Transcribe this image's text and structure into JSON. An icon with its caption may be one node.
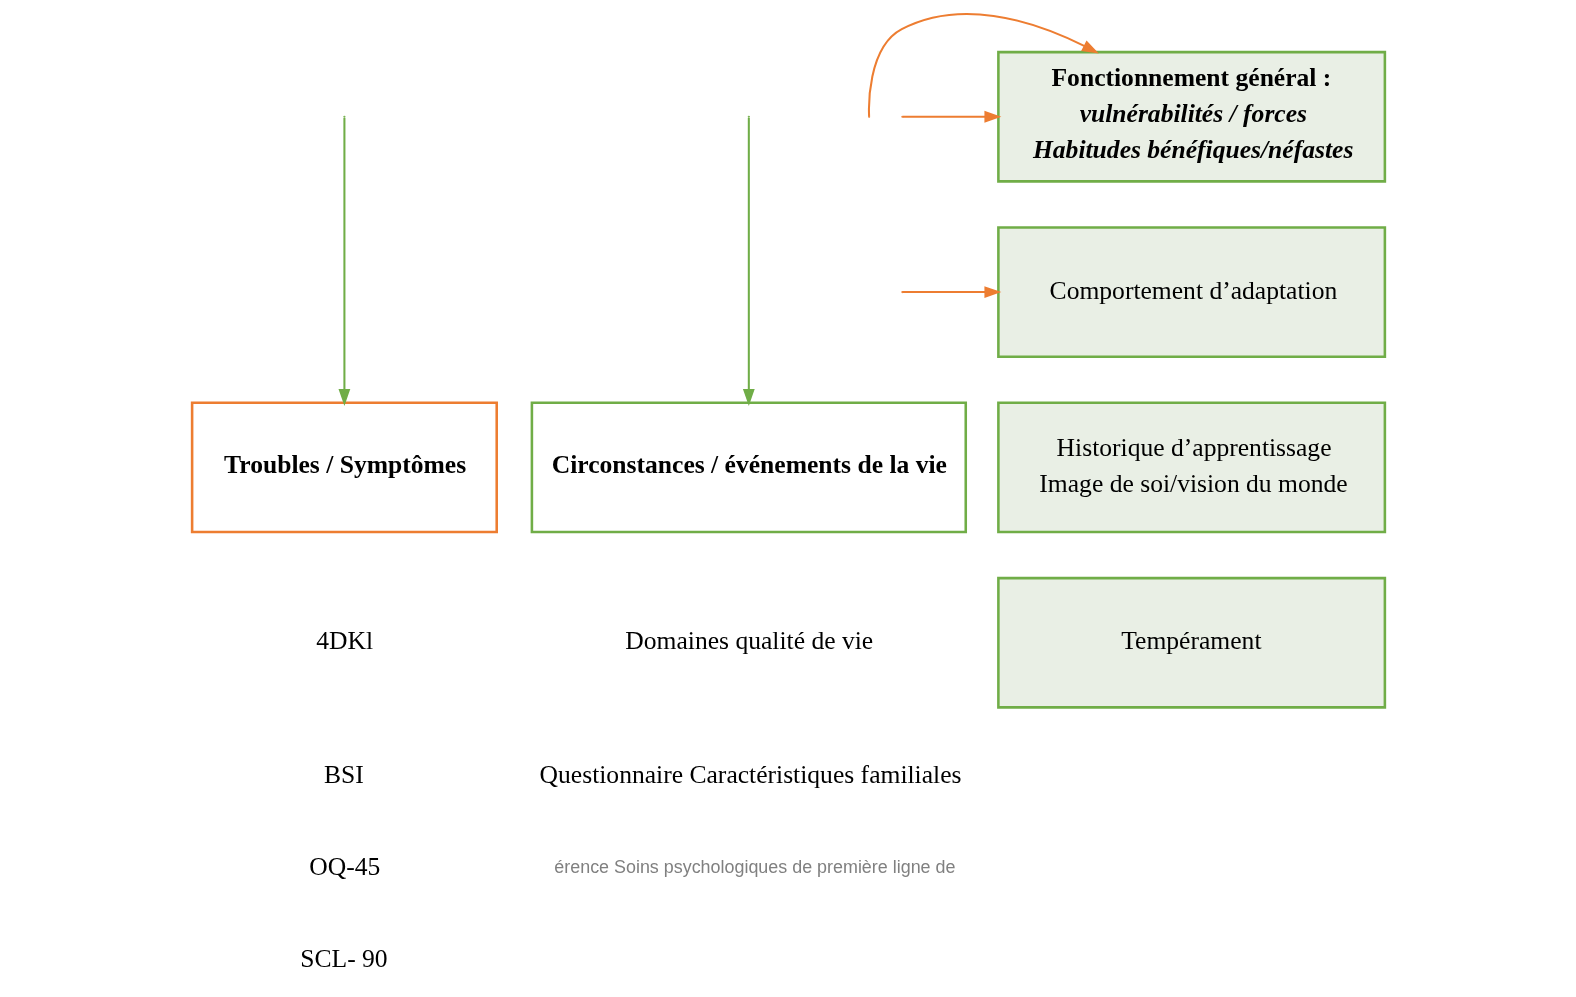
{
  "diagram": {
    "nodes": [
      {
        "text": [
          "Troubles / Symptômes"
        ]
      },
      {
        "text": [
          "Circonstances / événements de la vie"
        ]
      },
      {
        "text": [
          "Fonctionnement général :",
          "vulnérabilités / forces",
          "Habitudes bénéfiques/néfastes"
        ]
      },
      {
        "text": [
          "Comportement d’adaptation"
        ]
      },
      {
        "text": [
          "Historique d’apprentissage",
          "Image de soi/vision du monde"
        ]
      },
      {
        "text": [
          "Tempérament"
        ]
      }
    ],
    "edges": [
      {
        "from": null,
        "to": 0,
        "arrow": "to",
        "color": "#70ad47"
      },
      {
        "from": null,
        "to": 1,
        "arrow": "to",
        "color": "#70ad47"
      },
      {
        "from": null,
        "to": 2,
        "arrow": "to",
        "color": "#ed7d31"
      },
      {
        "from": null,
        "to": 2,
        "arrow": "to",
        "color": "#ed7d31"
      },
      {
        "from": null,
        "to": 3,
        "arrow": "to",
        "color": "#ed7d31"
      }
    ],
    "labels": [
      "4DKl",
      "BSI",
      "OQ-45",
      "SCL- 90",
      "Domaines qualité de vie",
      "Questionnaire Caractéristiques familiales",
      "érence Soins psychologiques de première ligne de"
    ]
  }
}
